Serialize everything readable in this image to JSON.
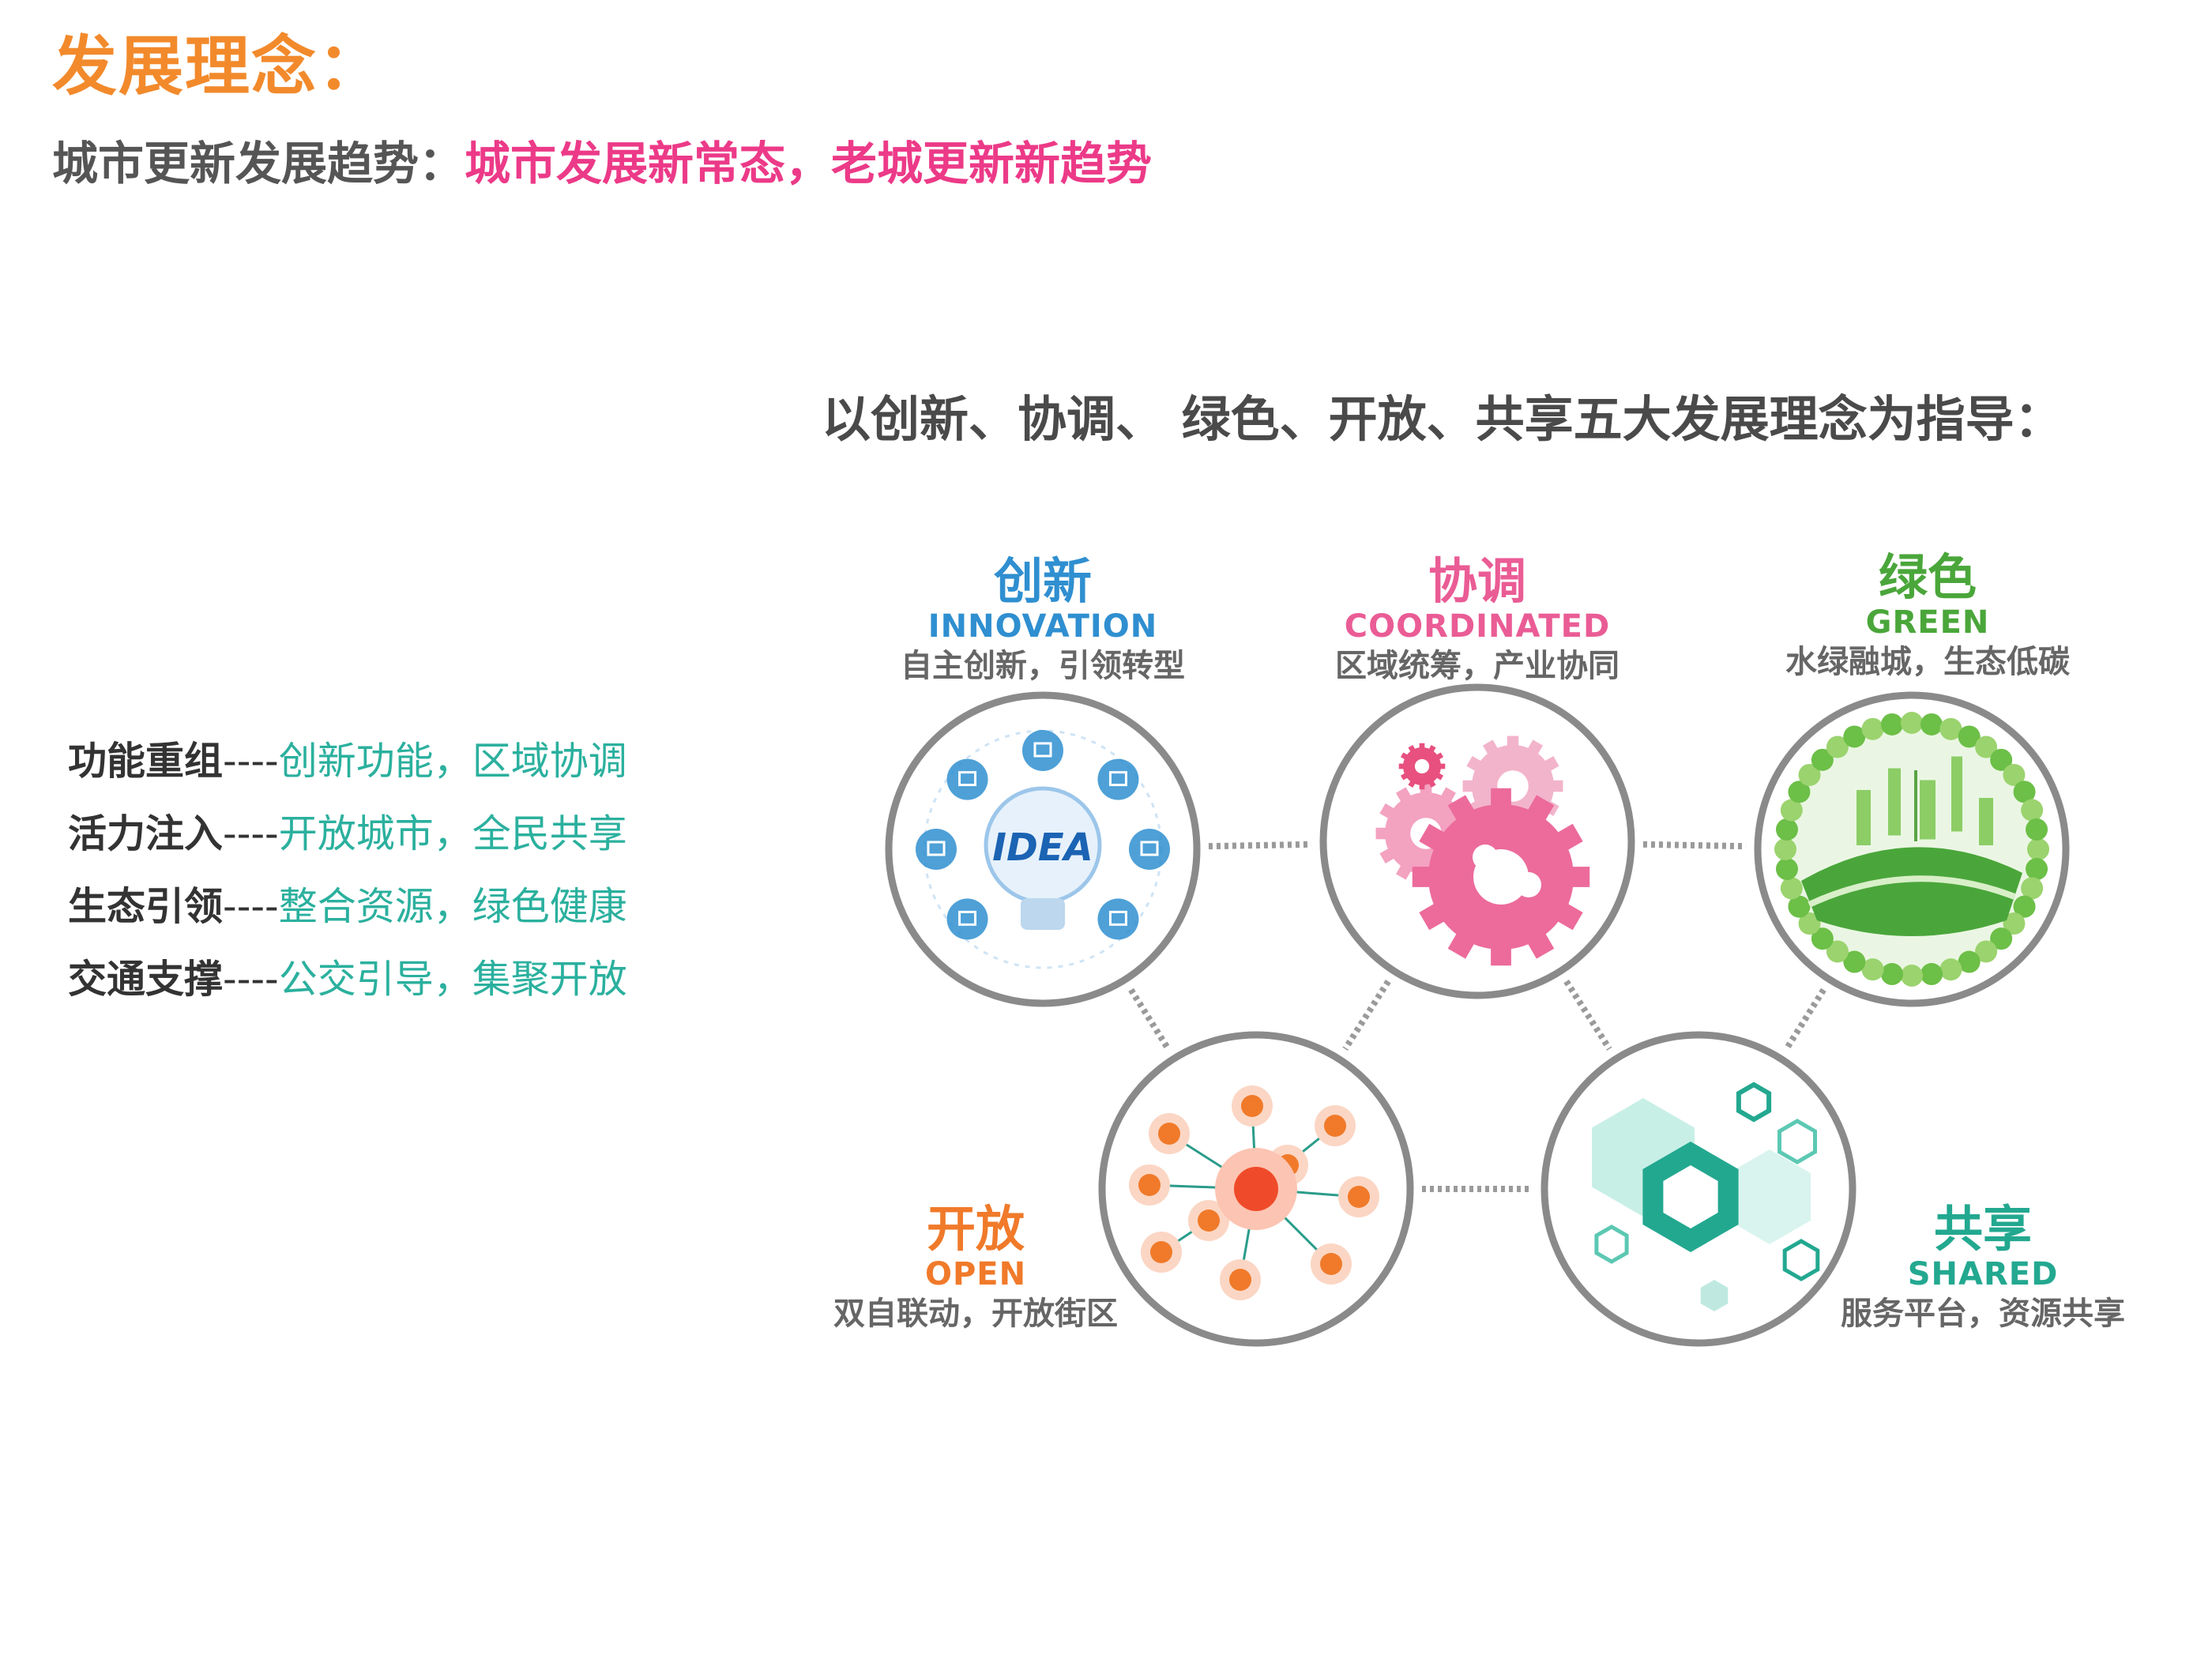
{
  "page": {
    "title": "发展理念：",
    "subtitle_prefix": "城市更新发展趋势：",
    "subtitle_highlight": "城市发展新常态，老城更新新趋势"
  },
  "left_list": [
    {
      "key": "功能重组",
      "dash": "----",
      "value": "创新功能，区域协调"
    },
    {
      "key": "活力注入",
      "dash": "----",
      "value": "开放城市，全民共享"
    },
    {
      "key": "生态引领",
      "dash": "----",
      "value": "整合资源，绿色健康"
    },
    {
      "key": "交通支撑",
      "dash": "----",
      "value": "公交引导，集聚开放"
    }
  ],
  "diagram": {
    "heading": "以创新、协调、 绿色、开放、共享五大发展理念为指导：",
    "concepts": [
      {
        "zh": "创新",
        "en": "INNOVATION",
        "desc": "自主创新，引领转型",
        "color": "#2f8fd0",
        "icon": "idea-bulb-icon",
        "center_text": "IDEA"
      },
      {
        "zh": "协调",
        "en": "COORDINATED",
        "desc": "区域统筹，产业协同",
        "color": "#ea5c95",
        "icon": "gears-icon"
      },
      {
        "zh": "绿色",
        "en": "GREEN",
        "desc": "水绿融城，生态低碳",
        "color": "#4aa63a",
        "icon": "green-city-icon"
      },
      {
        "zh": "开放",
        "en": "OPEN",
        "desc": "双自联动，开放街区",
        "color": "#f07a2a",
        "icon": "network-icon"
      },
      {
        "zh": "共享",
        "en": "SHARED",
        "desc": "服务平台，资源共享",
        "color": "#23a890",
        "icon": "hexagons-icon"
      }
    ]
  }
}
